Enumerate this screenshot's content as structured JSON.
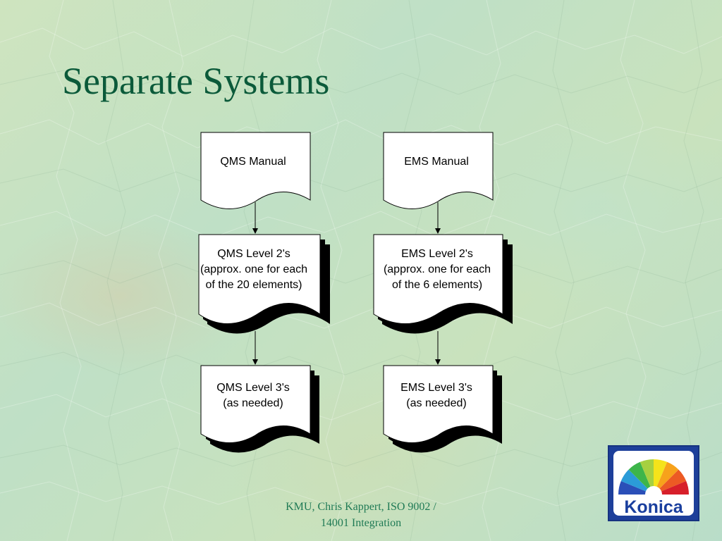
{
  "slide": {
    "title": "Separate Systems",
    "footer_line1": "KMU, Chris Kappert, ISO 9002 /",
    "footer_line2": "14001 Integration"
  },
  "diagram": {
    "qms": {
      "manual": "QMS Manual",
      "level2": [
        "QMS Level 2's",
        "(approx. one for each",
        "of the 20 elements)"
      ],
      "level3": [
        "QMS Level 3's",
        "(as needed)"
      ]
    },
    "ems": {
      "manual": "EMS Manual",
      "level2": [
        "EMS Level 2's",
        "(approx. one for each",
        "of the 6 elements)"
      ],
      "level3": [
        "EMS Level 3's",
        "(as needed)"
      ]
    }
  },
  "logo": {
    "text": "Konica",
    "colors": {
      "frame": "#1d3f9a",
      "word": "#1a3f9e"
    }
  },
  "colors": {
    "title": "#0b5a3a",
    "footer": "#1f7a55"
  }
}
